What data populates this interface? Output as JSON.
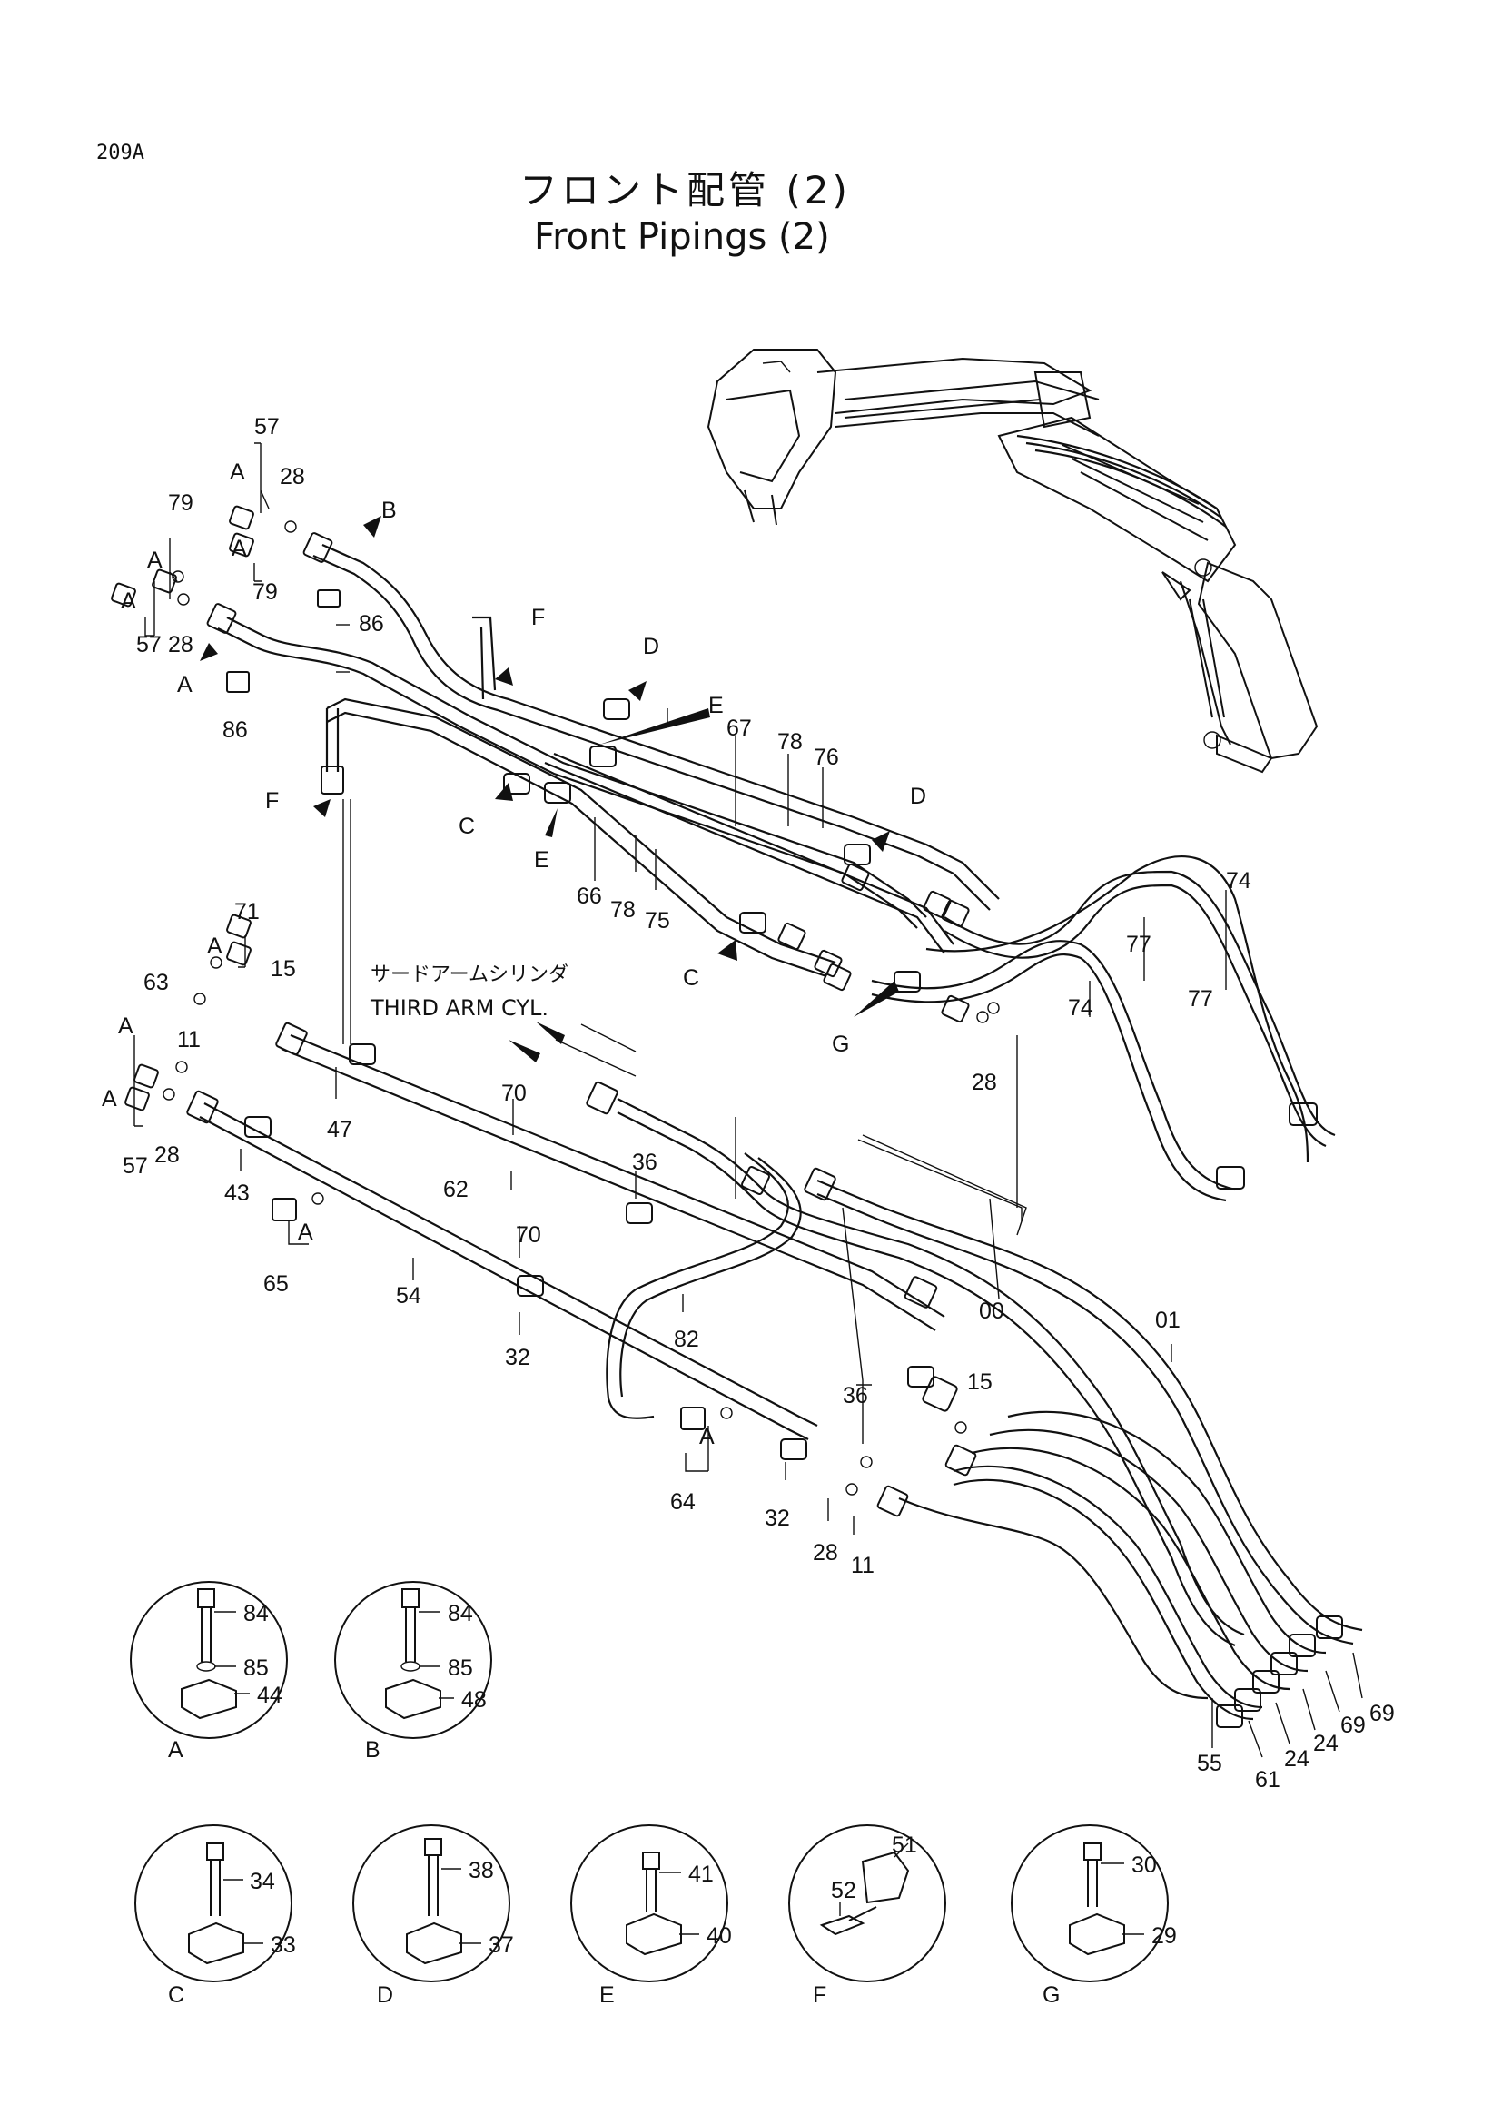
{
  "header": {
    "page_code": "209A",
    "title_jp": "フロント配管 (2)",
    "title_en": "Front Pipings (2)"
  },
  "annotation": {
    "jp": "サードアームシリンダ",
    "en": "THIRD ARM CYL."
  },
  "labels": {
    "l57a": "57",
    "l28a": "28",
    "lBa": "B",
    "l79a": "79",
    "lAa": "A",
    "lAb": "A",
    "lAc": "A",
    "l79b": "79",
    "l57b": "57",
    "l28b": "28",
    "lAd": "A",
    "l86a": "86",
    "l86b": "86",
    "lFa": "F",
    "lFb": "F",
    "lDa": "D",
    "lEa": "E",
    "l67": "67",
    "l78a": "78",
    "l76": "76",
    "lDb": "D",
    "lCa": "C",
    "lEb": "E",
    "l66": "66",
    "l78b": "78",
    "l75": "75",
    "l74a": "74",
    "l77a": "77",
    "l77b": "77",
    "l74b": "74",
    "lCb": "C",
    "lG": "G",
    "l28c": "28",
    "l71": "71",
    "lAe": "A",
    "l15a": "15",
    "l63": "63",
    "lAf": "A",
    "lAg": "A",
    "l11a": "11",
    "l57c": "57",
    "l28d": "28",
    "l47": "47",
    "l70a": "70",
    "l70b": "70",
    "l36a": "36",
    "l43": "43",
    "l62": "62",
    "lAh": "A",
    "l65": "65",
    "l54": "54",
    "l32a": "32",
    "l82": "82",
    "l00": "00",
    "l01": "01",
    "l36b": "36",
    "l15b": "15",
    "lAi": "A",
    "l64": "64",
    "l32b": "32",
    "l28e": "28",
    "l11b": "11",
    "l55": "55",
    "l61": "61",
    "l24a": "24",
    "l24b": "24",
    "l69a": "69",
    "l69b": "69"
  },
  "details": [
    {
      "id": "A",
      "parts": [
        "84",
        "85",
        "44"
      ]
    },
    {
      "id": "B",
      "parts": [
        "84",
        "85",
        "48"
      ]
    },
    {
      "id": "C",
      "parts": [
        "34",
        "33"
      ]
    },
    {
      "id": "D",
      "parts": [
        "38",
        "37"
      ]
    },
    {
      "id": "E",
      "parts": [
        "41",
        "40"
      ]
    },
    {
      "id": "F",
      "parts": [
        "51",
        "52"
      ]
    },
    {
      "id": "G",
      "parts": [
        "30",
        "29"
      ]
    }
  ]
}
